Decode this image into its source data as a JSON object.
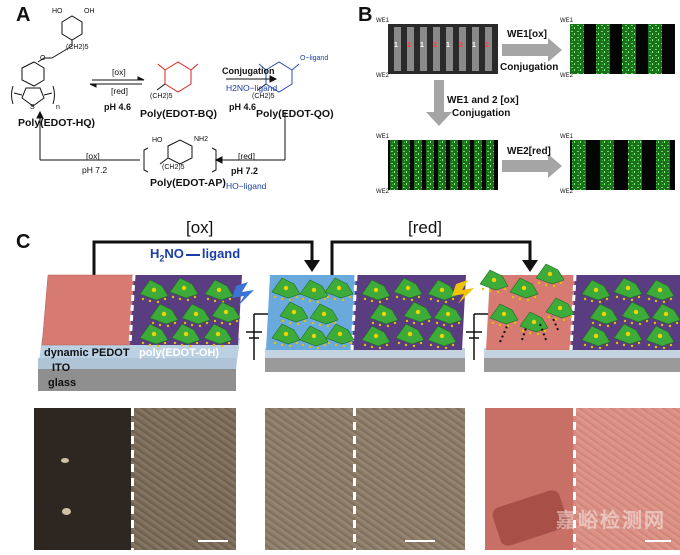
{
  "panel_a": {
    "letter": "A",
    "molecules": {
      "hq": "Poly(EDOT-HQ)",
      "bq": "Poly(EDOT-BQ)",
      "qo": "Poly(EDOT-QO)",
      "ap": "Poly(EDOT-AP)"
    },
    "atoms": {
      "oh": "OH",
      "ho": "HO",
      "o": "O",
      "s": "S",
      "n": "n",
      "nh2": "NH2",
      "chain": "(CH2)5"
    },
    "conditions": {
      "ox": "[ox]",
      "red": "[red]",
      "ph46_a": "pH 4.6",
      "conjugation": "Conjugation",
      "h2no_ligand": "H2NO−ligand",
      "ph46_b": "pH 4.6",
      "o_ligand": "O−ligand",
      "red2": "[red]",
      "ph72_a": "pH 7.2",
      "ho_ligand": "HO−ligand",
      "ox2": "[ox]",
      "ph72_b": "pH 7.2"
    }
  },
  "panel_b": {
    "letter": "B",
    "we1": "WE1",
    "we2": "WE2",
    "strip_numbers": [
      "1",
      "2",
      "1",
      "2",
      "1",
      "2",
      "1",
      "2"
    ],
    "step1": "WE1[ox]",
    "step1_sub": "Conjugation",
    "step2": "WE1 and 2 [ox]",
    "step2_sub": "Conjugation",
    "step3": "WE2[red]"
  },
  "panel_c": {
    "letter": "C",
    "ox": "[ox]",
    "red": "[red]",
    "ligand_prefix": "H",
    "ligand_sub": "2",
    "ligand_suffix": "NO",
    "ligand_word": "ligand",
    "layers": {
      "pedot": "dynamic PEDOT",
      "edot_oh": "poly(EDOT-OH)",
      "ito": "ITO",
      "glass": "glass"
    }
  },
  "watermark": "嘉峪检测网",
  "colors": {
    "pedot_red": "#d77b72",
    "edot_purple": "#5a3d80",
    "ox_blue": "#6aa9dc",
    "cell_green": "#3cab3a",
    "ligand_blue": "#1a3ea8",
    "ito": "#c5d2e0",
    "glass": "#9a9a9a"
  }
}
